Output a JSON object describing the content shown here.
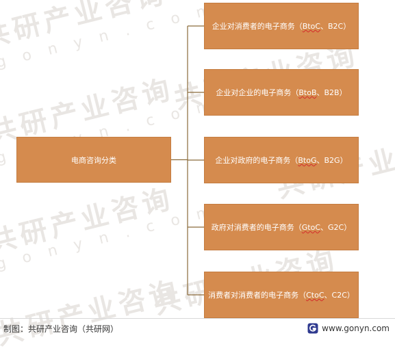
{
  "diagram": {
    "root": {
      "label": "电商咨询分类"
    },
    "children": [
      {
        "prefix": "企业对消费者的电子商务（",
        "code": "BtoC",
        "suffix": "、B2C）"
      },
      {
        "prefix": "企业对企业的电子商务（",
        "code": "BtoB",
        "suffix": "、B2B）"
      },
      {
        "prefix": "企业对政府的电子商务（",
        "code": "BtoG",
        "suffix": "、B2G）"
      },
      {
        "prefix": "政府对消费者的电子商务（",
        "code": "GtoC",
        "suffix": "、G2C）"
      },
      {
        "prefix": "消费者对消费者的电子商务（",
        "code": "CtoC",
        "suffix": "、C2C）"
      }
    ]
  },
  "watermark": {
    "cn": "共研产业咨询",
    "en": "g o n y n . c o m"
  },
  "footer": {
    "source": "制图：共研产业咨询（共研网）",
    "site": "www.gonyn.com",
    "logo_icon": "gonyn-logo-icon"
  },
  "colors": {
    "node_fill": "#d58b4e",
    "node_text": "#ffffff",
    "connector": "#8a6a3a"
  }
}
